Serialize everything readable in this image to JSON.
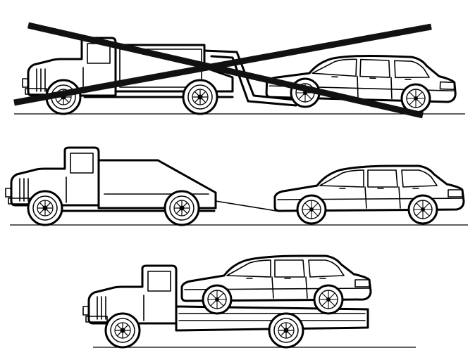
{
  "illustration": {
    "panels": [
      {
        "id": "lift-tow",
        "content": [
          "tow-truck",
          "car"
        ],
        "crossed_out": true
      },
      {
        "id": "rope-tow",
        "content": [
          "truck",
          "tow-rope",
          "car"
        ],
        "crossed_out": false
      },
      {
        "id": "flatbed",
        "content": [
          "flatbed-truck",
          "car"
        ],
        "crossed_out": false
      }
    ],
    "colors": {
      "line": "#000000",
      "background": "#ffffff",
      "cross": "#111111"
    }
  }
}
